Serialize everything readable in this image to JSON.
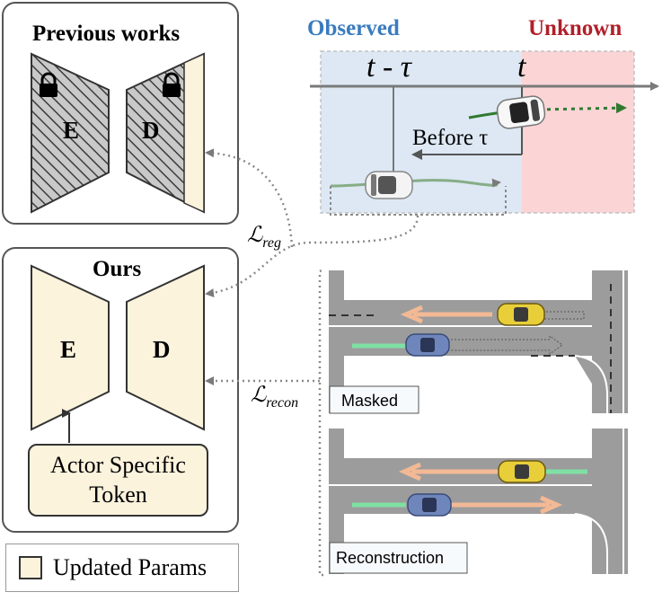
{
  "previous_panel": {
    "title": "Previous works",
    "encoder": "E",
    "decoder": "D"
  },
  "ours_panel": {
    "title": "Ours",
    "encoder": "E",
    "decoder": "D",
    "token_line1": "Actor Specific",
    "token_line2": "Token"
  },
  "timeline": {
    "observed": "Observed",
    "unknown": "Unknown",
    "t_minus_tau": "t - τ",
    "t": "t",
    "before_label": "Before τ"
  },
  "losses": {
    "reg_main": "ℒ",
    "reg_sub": "reg",
    "recon_main": "ℒ",
    "recon_sub": "recon"
  },
  "scenes": {
    "masked": "Masked",
    "reconstruction": "Reconstruction"
  },
  "legend": {
    "label": "Updated Params"
  },
  "colors": {
    "params_fill": "#fcf3dd",
    "observed_bg": "#dde8f4",
    "unknown_bg": "#fbd4d6",
    "observed_text": "#3a7bbf",
    "unknown_text": "#b0202a",
    "road": "#9c9c9c",
    "trajectory_orange": "#f3b995",
    "trajectory_green": "#7fe0a4"
  }
}
